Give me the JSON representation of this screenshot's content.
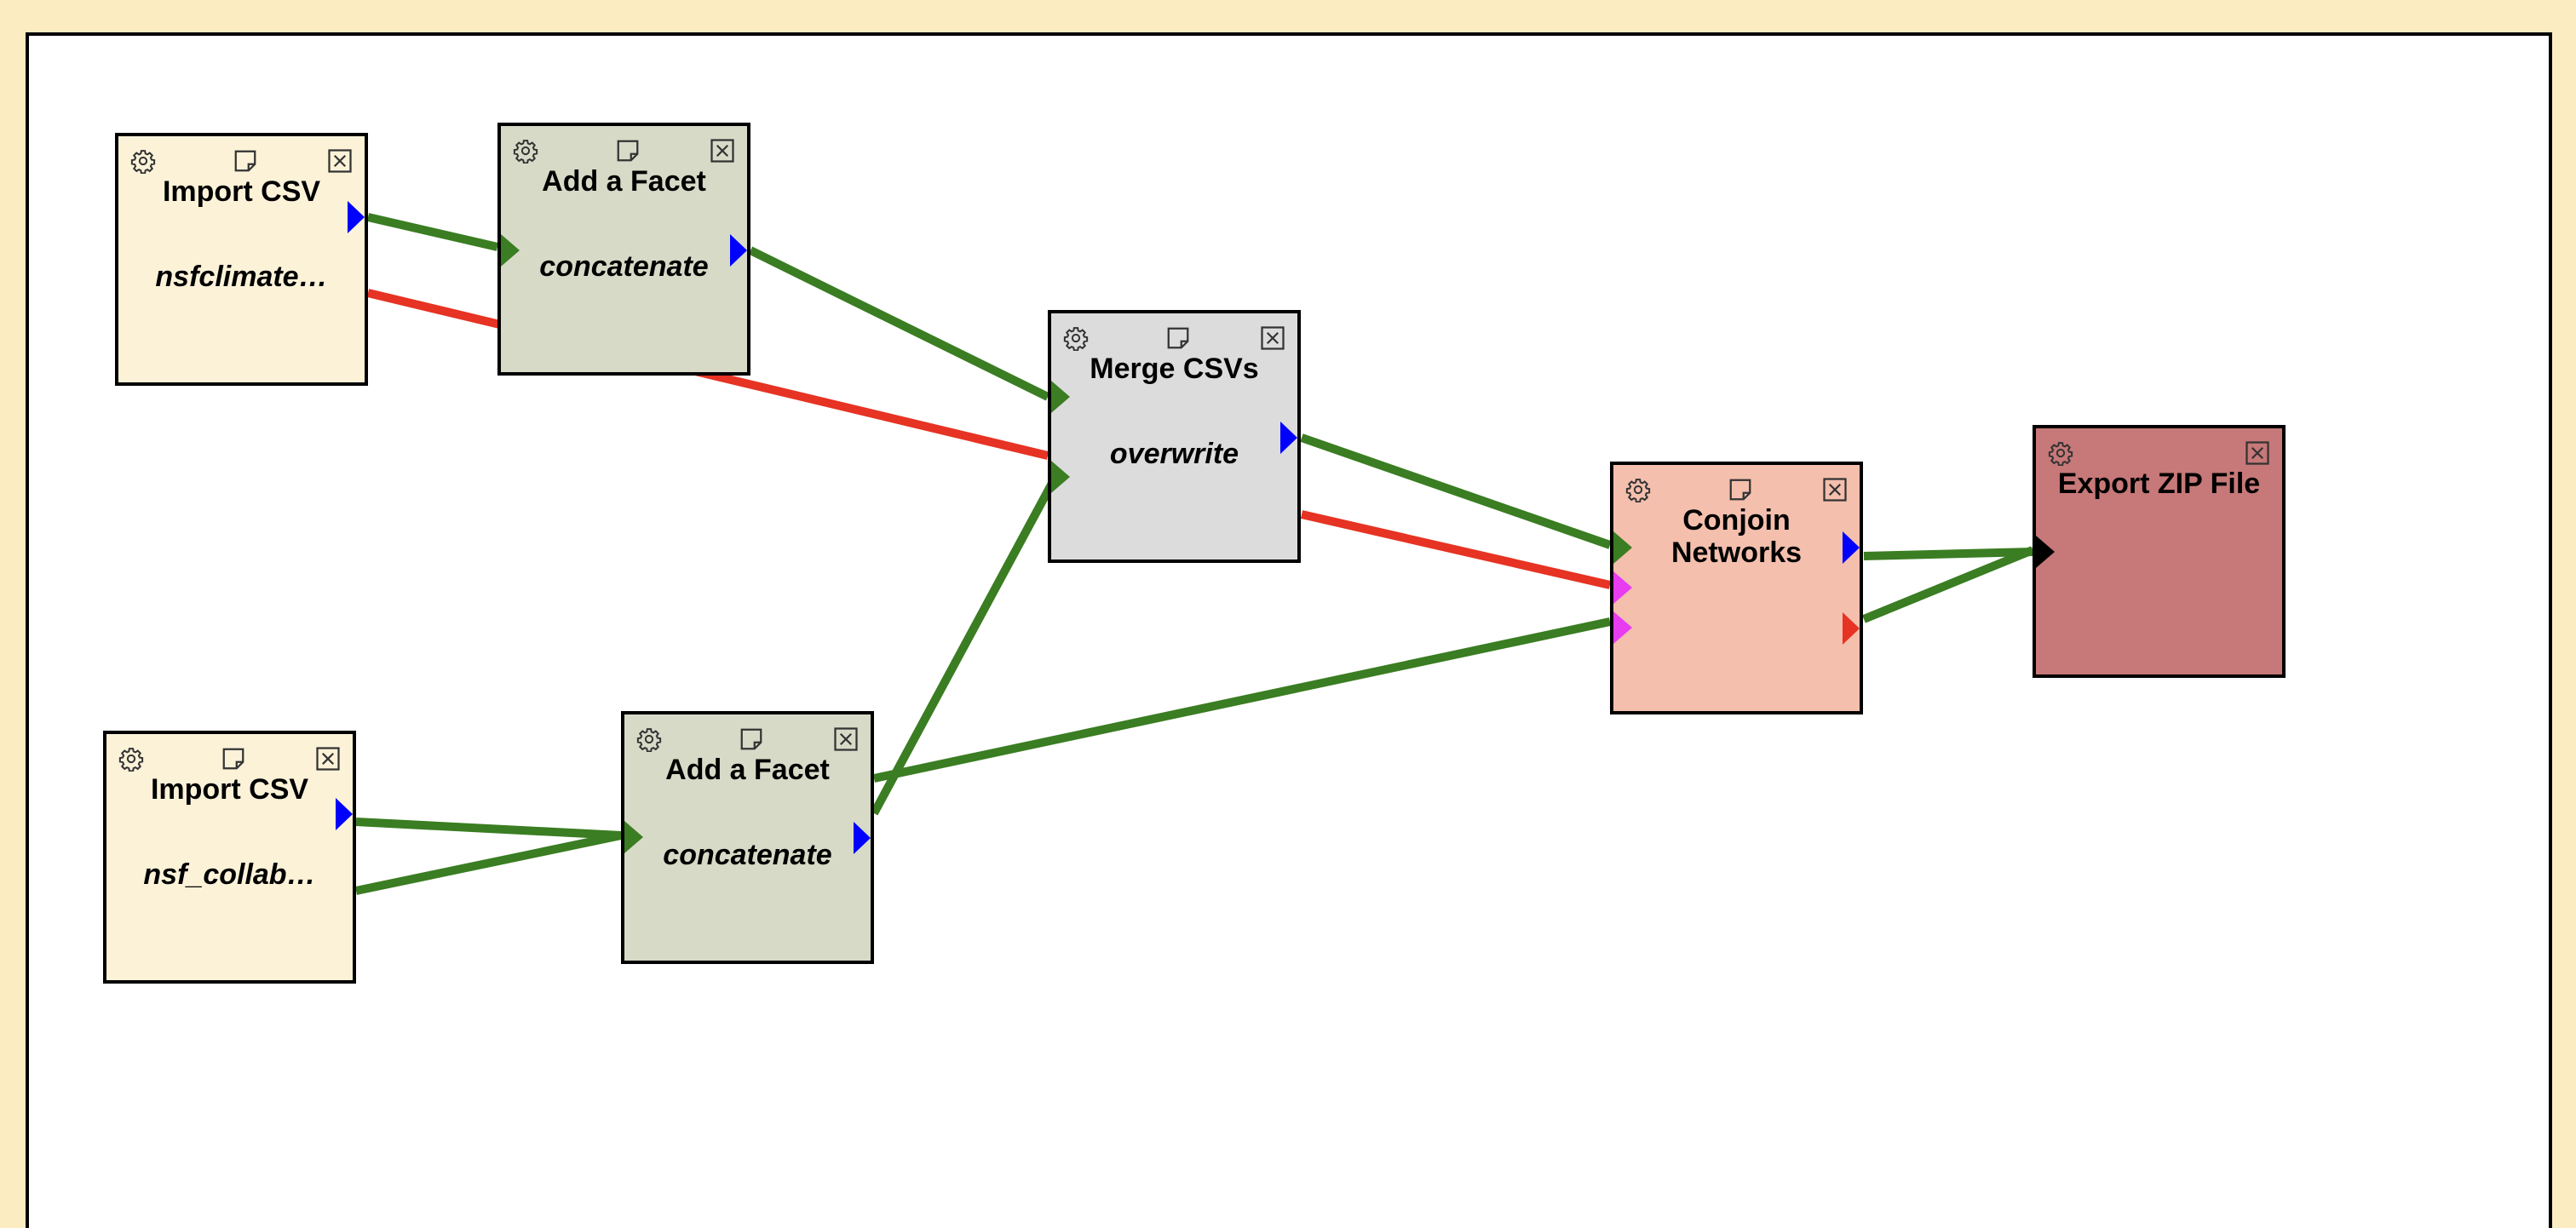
{
  "colors": {
    "page_background": "#fcecc2",
    "canvas_background": "#ffffff",
    "wire_green": "#3a7d22",
    "wire_red": "#e63323",
    "port_blue": "#0000ff",
    "port_green": "#3a7d22",
    "port_magenta": "#e83cf0",
    "port_red": "#e63323",
    "port_black": "#000000"
  },
  "nodes": [
    {
      "id": "import-csv-1",
      "title": "Import CSV",
      "subtitle": "nsfclimate…",
      "fill": "#fbf2d8",
      "has_note": true
    },
    {
      "id": "add-facet-1",
      "title": "Add a Facet",
      "subtitle": "concatenate",
      "fill": "#d8dac8",
      "has_note": true
    },
    {
      "id": "merge-csvs",
      "title": "Merge CSVs",
      "subtitle": "overwrite",
      "fill": "#dcdcdc",
      "has_note": true
    },
    {
      "id": "conjoin-networks",
      "title": "Conjoin\nNetworks",
      "title_line1": "Conjoin",
      "title_line2": "Networks",
      "subtitle": "",
      "fill": "#f4bfad",
      "has_note": true
    },
    {
      "id": "export-zip",
      "title": "Export ZIP File",
      "subtitle": "",
      "fill": "#c77878",
      "has_note": false
    },
    {
      "id": "import-csv-2",
      "title": "Import CSV",
      "subtitle": "nsf_collab…",
      "fill": "#fbf2d8",
      "has_note": true
    },
    {
      "id": "add-facet-2",
      "title": "Add a Facet",
      "subtitle": "concatenate",
      "fill": "#d8dac8",
      "has_note": true
    }
  ],
  "connections": [
    {
      "from": "import-csv-1",
      "to": "add-facet-1",
      "color": "green"
    },
    {
      "from": "import-csv-1",
      "to": "merge-csvs",
      "color": "red"
    },
    {
      "from": "add-facet-1",
      "to": "merge-csvs",
      "color": "green"
    },
    {
      "from": "add-facet-2",
      "to": "merge-csvs",
      "color": "green"
    },
    {
      "from": "import-csv-2",
      "to": "add-facet-2",
      "color": "green"
    },
    {
      "from": "import-csv-2",
      "to": "add-facet-2",
      "color": "green"
    },
    {
      "from": "merge-csvs",
      "to": "conjoin-networks",
      "color": "green"
    },
    {
      "from": "merge-csvs",
      "to": "conjoin-networks",
      "color": "red"
    },
    {
      "from": "add-facet-2",
      "to": "conjoin-networks",
      "color": "green"
    },
    {
      "from": "conjoin-networks",
      "to": "export-zip",
      "color": "green"
    },
    {
      "from": "conjoin-networks",
      "to": "export-zip",
      "color": "green"
    }
  ],
  "icons": {
    "settings": "gear-icon",
    "note": "note-icon",
    "close": "close-icon"
  }
}
